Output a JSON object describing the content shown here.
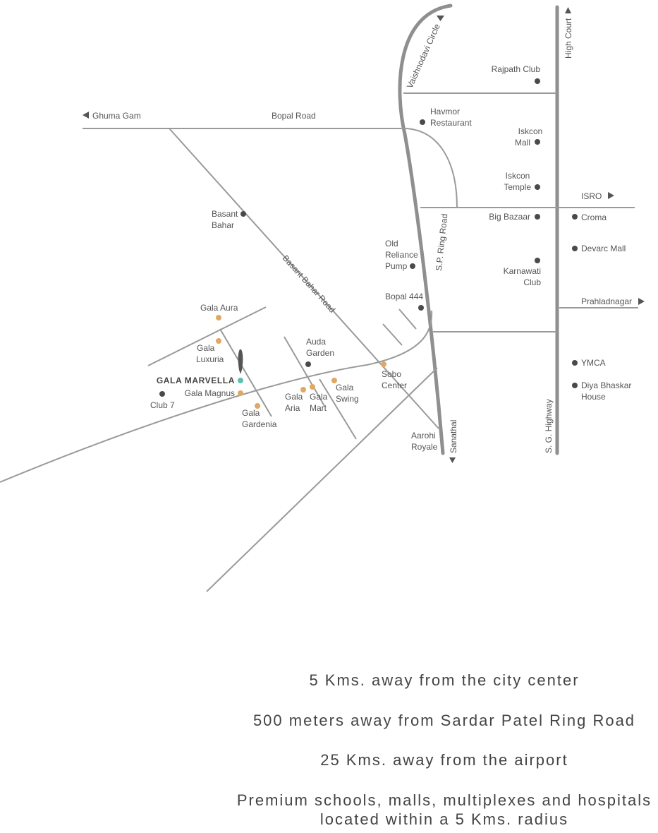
{
  "map": {
    "roads": {
      "vaishnodavi_circle": "Vaishnodavi Circle",
      "high_court": "High Court",
      "ghuma_gam": "Ghuma Gam",
      "bopal_road": "Bopal Road",
      "isro": "ISRO",
      "sp_ring_road": "S.P. Ring Road",
      "basant_bahar_road": "Basant Bahar Road",
      "prahladnagar": "Prahladnagar",
      "sanathal": "Sanathal",
      "sg_highway": "S. G. Highway"
    },
    "landmarks": {
      "rajpath_club": "Rajpath Club",
      "havmor_1": "Havmor",
      "havmor_2": "Restaurant",
      "iskcon_mall_1": "Iskcon",
      "iskcon_mall_2": "Mall",
      "iskcon_temple_1": "Iskcon",
      "iskcon_temple_2": "Temple",
      "big_bazaar": "Big Bazaar",
      "croma": "Croma",
      "devarc_mall": "Devarc Mall",
      "karnawati_1": "Karnawati",
      "karnawati_2": "Club",
      "basant_bahar_1": "Basant",
      "basant_bahar_2": "Bahar",
      "old_reliance_1": "Old",
      "old_reliance_2": "Reliance",
      "old_reliance_3": "Pump",
      "bopal_444": "Bopal 444",
      "gala_aura": "Gala Aura",
      "gala_luxuria_1": "Gala",
      "gala_luxuria_2": "Luxuria",
      "auda_garden_1": "Auda",
      "auda_garden_2": "Garden",
      "gala_marvella": "GALA MARVELLA",
      "gala_magnus": "Gala Magnus",
      "club_7": "Club 7",
      "sobo_1": "Sobo",
      "sobo_2": "Center",
      "gala_aria_1": "Gala",
      "gala_aria_2": "Aria",
      "gala_mart_1": "Gala",
      "gala_mart_2": "Mart",
      "gala_swing_1": "Gala",
      "gala_swing_2": "Swing",
      "gala_gardenia_1": "Gala",
      "gala_gardenia_2": "Gardenia",
      "aarohi_1": "Aarohi",
      "aarohi_2": "Royale",
      "ymca": "YMCA",
      "diya_1": "Diya Bhaskar",
      "diya_2": "House"
    },
    "colors": {
      "road": "#9a9a9a",
      "poi": "#4a4a4a",
      "gala_project": "#e0a862",
      "gala_marvella": "#5fbcb0"
    }
  },
  "facts": [
    "5 Kms. away from the city center",
    "500 meters away from Sardar Patel Ring Road",
    "25 Kms. away from the airport",
    "Premium schools, malls, multiplexes and hospitals",
    "located within a 5 Kms. radius"
  ]
}
